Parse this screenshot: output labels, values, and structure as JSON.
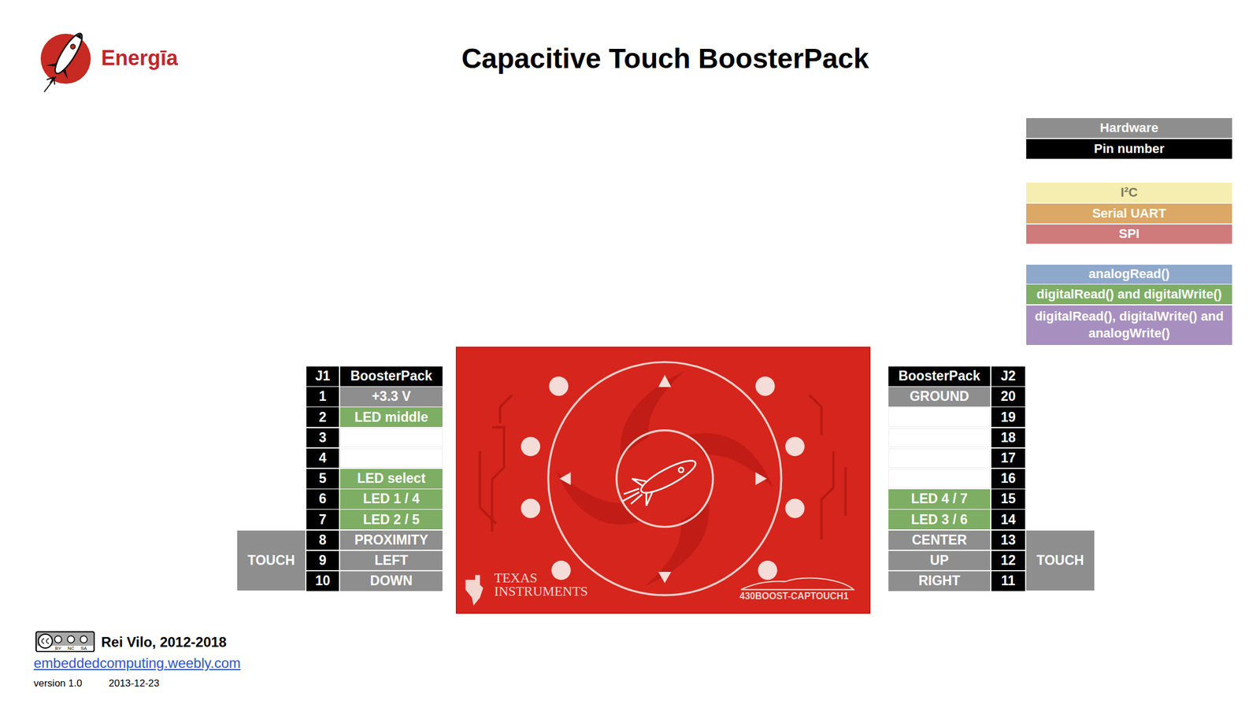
{
  "diagram": {
    "title": "Capacitive Touch BoosterPack",
    "labels": [
      "Energīa",
      "J1",
      "BoosterPack",
      "1",
      "+3.3 V",
      "2",
      "LED middle",
      "3",
      "4",
      "5",
      "LED select",
      "6",
      "LED 1 / 4",
      "7",
      "LED 2 / 5",
      "8",
      "PROXIMITY",
      "9",
      "LEFT",
      "10",
      "DOWN",
      "TOUCH",
      "BoosterPack",
      "J2",
      "GROUND",
      "20",
      "19",
      "18",
      "17",
      "16",
      "LED 4 / 7",
      "15",
      "LED 3 / 6",
      "14",
      "CENTER",
      "13",
      "UP",
      "12",
      "RIGHT",
      "11",
      "TOUCH",
      "TEXAS INSTRUMENTS",
      "430BOOST-CAPTOUCH1",
      "BY",
      "NC",
      "SA",
      "Rei Vilo, 2012-2018",
      "embeddedcomputing.weebly.com",
      "version 1.0",
      "2013-12-23"
    ],
    "legend": [
      {
        "text": "Hardware",
        "color": "#8e8e8e"
      },
      {
        "text": "Pin number",
        "color": "#000000"
      },
      {
        "text": "I²C",
        "color": "#f6eeb0"
      },
      {
        "text": "Serial UART",
        "color": "#dba865"
      },
      {
        "text": "SPI",
        "color": "#cf7b7b"
      },
      {
        "text": "analogRead()",
        "color": "#8ea8cc"
      },
      {
        "text": "digitalRead() and digitalWrite()",
        "color": "#7dae63"
      },
      {
        "text": "digitalRead(), digitalWrite() and analogWrite()",
        "color": "#a790c0"
      }
    ]
  }
}
